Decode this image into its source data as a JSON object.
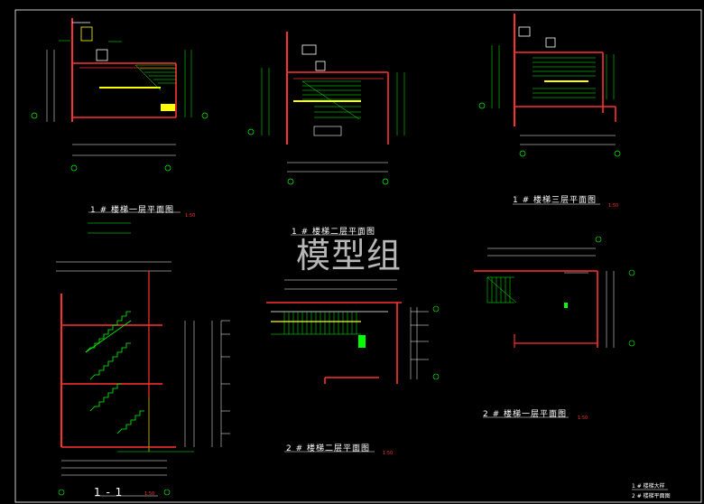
{
  "drawing": {
    "titles": {
      "plan1": "1 # 楼梯一层平面图",
      "plan1_scale": "1:50",
      "plan2": "1 # 楼梯二层平面图",
      "plan3": "1 # 楼梯三层平面图",
      "plan3_scale": "1:50",
      "section": "1 - 1",
      "section_scale": "1:50",
      "plan4": "2 # 楼梯二层平面图",
      "plan4_scale": "1:50",
      "plan5": "2 # 楼梯一层平面图",
      "plan5_scale": "1:50"
    },
    "notes": {
      "n1": "1 # 楼梯大样",
      "n2": "2 # 楼梯平面图"
    },
    "watermark": "模型组",
    "colors": {
      "background": "#000000",
      "wall": "#ff3030",
      "stair": "#00ff00",
      "fill": "#ffff00",
      "dim": "#ffffff",
      "accent": "#00ffff"
    }
  }
}
